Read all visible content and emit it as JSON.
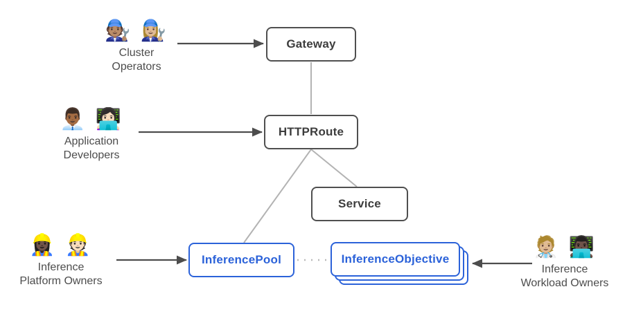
{
  "diagram": {
    "nodes": {
      "gateway": {
        "label": "Gateway"
      },
      "httproute": {
        "label": "HTTPRoute"
      },
      "service": {
        "label": "Service"
      },
      "inference_pool": {
        "label": "InferencePool"
      },
      "inference_objective": {
        "label": "InferenceObjective"
      }
    },
    "actors": {
      "cluster_operators": {
        "emoji": "🧑🏽‍🔧 👩🏼‍🔧",
        "line1": "Cluster",
        "line2": "Operators"
      },
      "application_developers": {
        "emoji": "👨🏾‍💼 👩🏻‍💻",
        "line1": "Application",
        "line2": "Developers"
      },
      "inference_platform_owners": {
        "emoji": "👷🏿‍♀️ 👷🏻",
        "line1": "Inference",
        "line2": "Platform Owners"
      },
      "inference_workload_owners": {
        "emoji": "🧑🏼‍⚕️ 👨🏿‍💻",
        "line1": "Inference",
        "line2": "Workload Owners"
      }
    },
    "colors": {
      "accent_blue": "#2b62d9",
      "box_border_gray": "#4f4f4f",
      "box_text_gray": "#3d3d3d",
      "connector_gray": "#b3b3b3",
      "arrow_gray": "#4d4d4d",
      "label_gray": "#4c4c4c"
    }
  }
}
